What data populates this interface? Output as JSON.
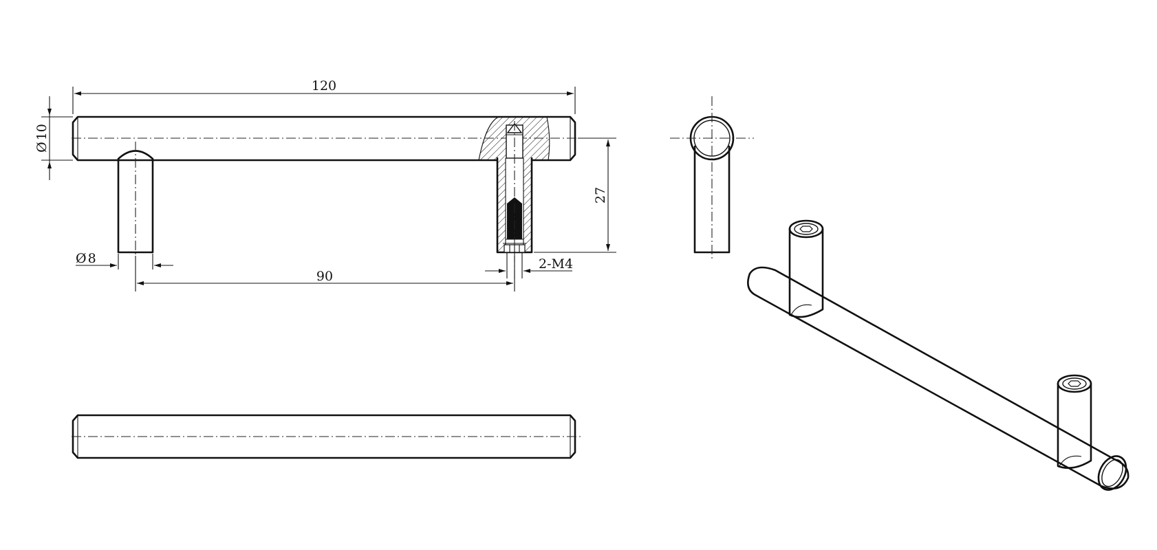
{
  "drawing": {
    "dimensions": {
      "length": "120",
      "hole_spacing": "90",
      "bar_diameter": "10",
      "leg_diameter": "8",
      "height": "27",
      "thread": "2-M4"
    },
    "diameter_symbol": "Ø",
    "line_color": "#111111",
    "background_color": "#ffffff"
  }
}
